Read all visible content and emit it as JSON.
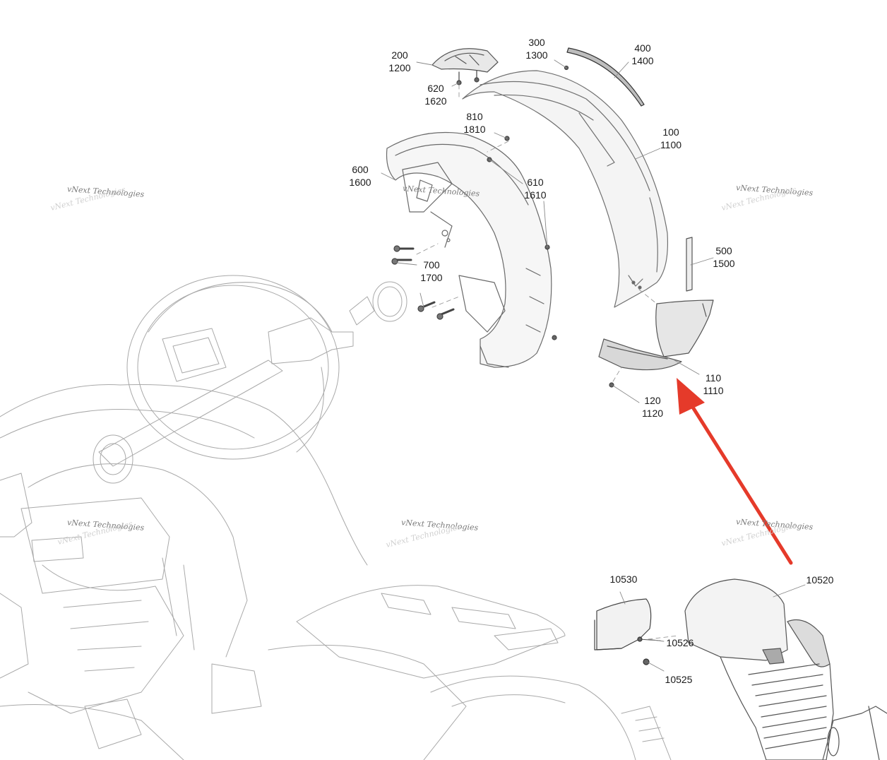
{
  "callouts": [
    {
      "id": "c200",
      "line1": "200",
      "line2": "1200"
    },
    {
      "id": "c620",
      "line1": "620",
      "line2": "1620"
    },
    {
      "id": "c300",
      "line1": "300",
      "line2": "1300"
    },
    {
      "id": "c400",
      "line1": "400",
      "line2": "1400"
    },
    {
      "id": "c810",
      "line1": "810",
      "line2": "1810"
    },
    {
      "id": "c100",
      "line1": "100",
      "line2": "1100"
    },
    {
      "id": "c600",
      "line1": "600",
      "line2": "1600"
    },
    {
      "id": "c610",
      "line1": "610",
      "line2": "1610"
    },
    {
      "id": "c500",
      "line1": "500",
      "line2": "1500"
    },
    {
      "id": "c700",
      "line1": "700",
      "line2": "1700"
    },
    {
      "id": "c110",
      "line1": "110",
      "line2": "1110"
    },
    {
      "id": "c120",
      "line1": "120",
      "line2": "1120"
    }
  ],
  "single_callouts": {
    "c10530": "10530",
    "c10520": "10520",
    "c10526": "10526",
    "c10525": "10525"
  },
  "watermark": {
    "text": "vNext Technologies"
  },
  "colors": {
    "line": "#6f6f6f",
    "arrow": "#e53a2a",
    "part_fill": "#ffffff",
    "shade": "#c9c9c9"
  }
}
